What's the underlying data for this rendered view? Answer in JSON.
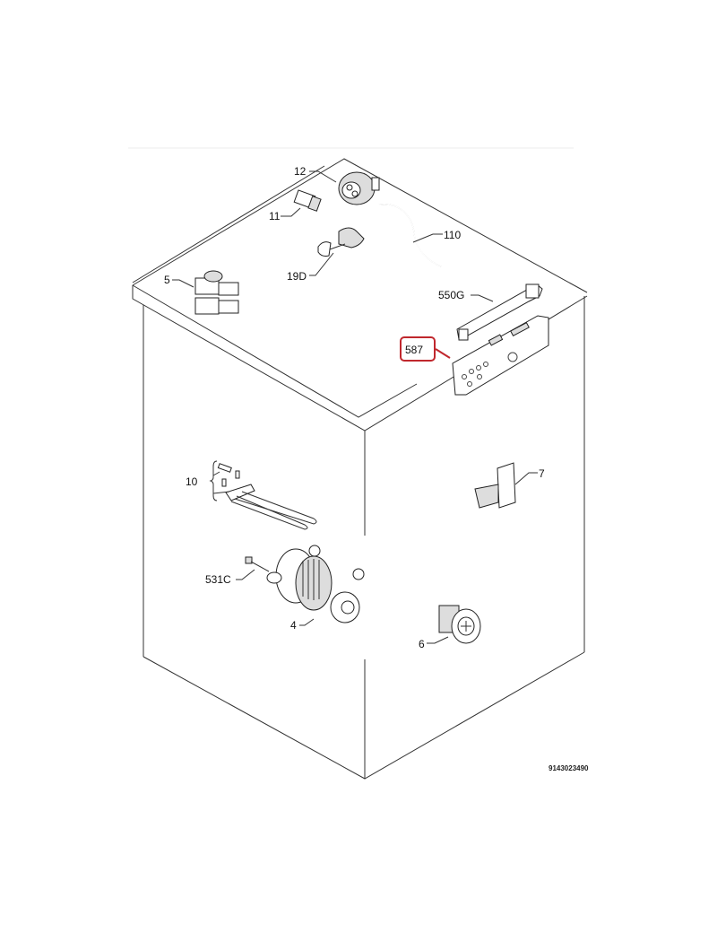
{
  "diagram": {
    "parts": {
      "p12": "12",
      "p11": "11",
      "p110": "110",
      "p19D": "19D",
      "p5": "5",
      "p550G": "550G",
      "p587": "587",
      "p10": "10",
      "p7": "7",
      "p531C": "531C",
      "p4": "4",
      "p6": "6"
    },
    "drawing_number": "9143023490",
    "highlight_color": "#c0272d"
  }
}
